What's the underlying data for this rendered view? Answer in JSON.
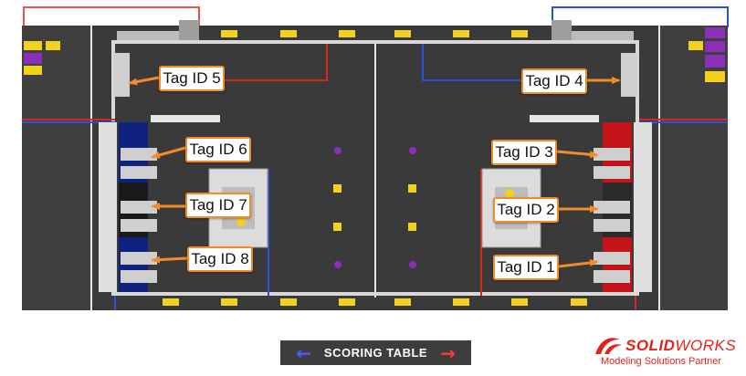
{
  "tags": [
    {
      "id": "tag5",
      "label": "Tag ID 5"
    },
    {
      "id": "tag4",
      "label": "Tag ID 4"
    },
    {
      "id": "tag6",
      "label": "Tag ID 6"
    },
    {
      "id": "tag3",
      "label": "Tag ID 3"
    },
    {
      "id": "tag7",
      "label": "Tag ID 7"
    },
    {
      "id": "tag2",
      "label": "Tag ID 2"
    },
    {
      "id": "tag8",
      "label": "Tag ID 8"
    },
    {
      "id": "tag1",
      "label": "Tag ID 1"
    }
  ],
  "scoring_table": {
    "label": "SCORING TABLE",
    "left_arrow": "←",
    "right_arrow": "→"
  },
  "logo": {
    "brand_bold": "SOLID",
    "brand_regular": "WORKS",
    "tagline": "Modeling Solutions Partner"
  },
  "colors": {
    "field_carpet": "#3f3f3f",
    "blue_alliance": "#1d3fbf",
    "red_alliance": "#d42a1e",
    "tag_border": "#f28c28",
    "callout_arrow": "#f28c28",
    "game_piece_purple": "#8a2fb8",
    "game_piece_yellow": "#f2d21a",
    "scoring_bar": "#3d3d3d",
    "logo_red": "#e2231a"
  }
}
